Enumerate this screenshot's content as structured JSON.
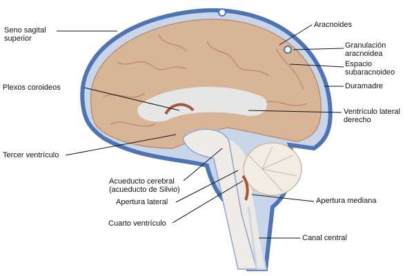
{
  "labels": {
    "seno_sagital": [
      "Seno sagital",
      "superior"
    ],
    "aracnoides": "Aracnoides",
    "granulacion": [
      "Granulación",
      "aracnoidea"
    ],
    "espacio": [
      "Espacio",
      "subaracnoideo"
    ],
    "duramadre": "Duramadre",
    "plexos": "Plexos coroideos",
    "ventriculo_lateral": [
      "Ventrículo lateral",
      "derecho"
    ],
    "tercer": "Tercer ventrículo",
    "acueducto": [
      "Acueducto cerebral",
      "(acueducto de Silvio)"
    ],
    "apertura_lateral": "Apertura lateral",
    "apertura_mediana": "Apertura mediana",
    "cuarto": "Cuarto ventrículo",
    "canal": "Canal central"
  },
  "colors": {
    "dura": "#4f74b4",
    "csf": "#c9d6ea",
    "brain": "#d9b597",
    "gyri": "#b98f72",
    "ventricle": "#e6e6e6",
    "cerebellum": "#f3ece3"
  }
}
